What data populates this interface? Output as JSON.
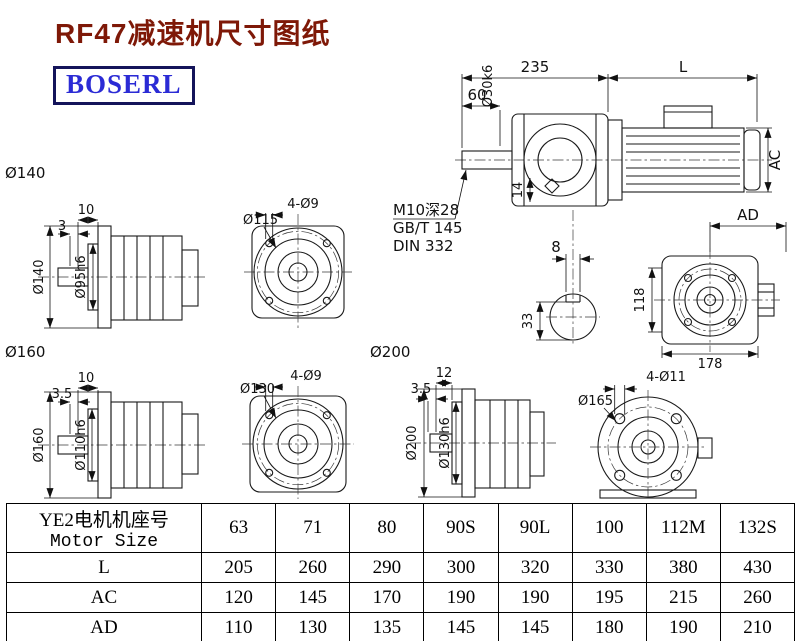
{
  "header": {
    "title": "RF47减速机尺寸图纸",
    "brand": "BOSERL"
  },
  "colors": {
    "title": "#7E1807",
    "brand_text": "#2B2BD5",
    "brand_border": "#14145A",
    "line": "#1A1A1A"
  },
  "notes": {
    "l1": "M10深28",
    "l2": "GB/T 145",
    "l3": "DIN 332"
  },
  "labels": {
    "fa140": {
      "title": "Ø140",
      "d10": "10",
      "d3": "3",
      "od": "Ø140",
      "pilot": "Ø95h6"
    },
    "fb115": {
      "holes": "4-Ø9",
      "circle": "Ø115"
    },
    "main": {
      "d235": "235",
      "L": "L",
      "d60": "60",
      "shaft": "Ø30k6",
      "d14": "14",
      "AC": "AC",
      "AD": "AD"
    },
    "key": {
      "d8": "8",
      "d33": "33"
    },
    "top": {
      "d118": "118",
      "d178": "178"
    },
    "fa160": {
      "title": "Ø160",
      "d10": "10",
      "d35": "3.5",
      "od": "Ø160",
      "pilot": "Ø110h6"
    },
    "fb130": {
      "holes": "4-Ø9",
      "circle": "Ø130"
    },
    "fa200": {
      "title": "Ø200",
      "d12": "12",
      "d35": "3.5",
      "od": "Ø200",
      "pilot": "Ø130h6"
    },
    "fb165": {
      "holes": "4-Ø11",
      "circle": "Ø165"
    }
  },
  "table": {
    "motor_label_cn": "YE2电机机座号",
    "motor_label_en": "Motor Size",
    "sizes": [
      "63",
      "71",
      "80",
      "90S",
      "90L",
      "100",
      "112M",
      "132S"
    ],
    "rows": [
      {
        "label": "L",
        "values": [
          "205",
          "260",
          "290",
          "300",
          "320",
          "330",
          "380",
          "430"
        ]
      },
      {
        "label": "AC",
        "values": [
          "120",
          "145",
          "170",
          "190",
          "190",
          "195",
          "215",
          "260"
        ]
      },
      {
        "label": "AD",
        "values": [
          "110",
          "130",
          "135",
          "145",
          "145",
          "180",
          "190",
          "210"
        ]
      }
    ]
  }
}
